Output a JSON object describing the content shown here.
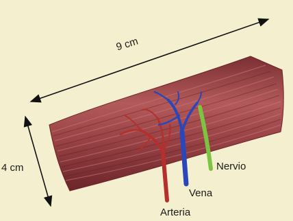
{
  "dimensions": {
    "length": "9 cm",
    "width": "4 cm"
  },
  "labels": {
    "nerve": "Nervio",
    "vein": "Vena",
    "artery": "Arteria"
  },
  "colors": {
    "background": "#f4efcf",
    "muscle": "#9c4548",
    "artery": "#b5302c",
    "vein": "#2a46b8",
    "nerve": "#7cc542"
  }
}
